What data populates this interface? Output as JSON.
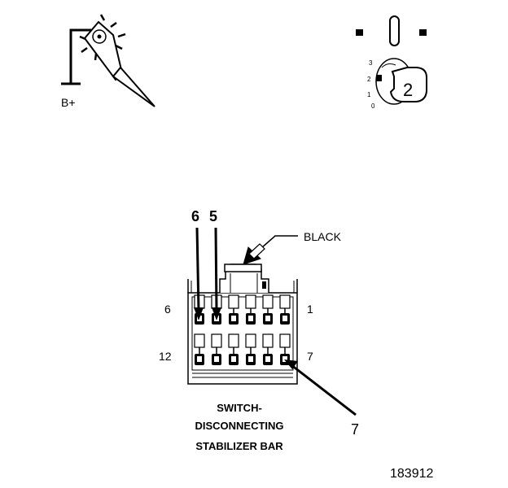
{
  "probe": {
    "label": "B+"
  },
  "ignition": {
    "positions": [
      "3",
      "2",
      "1",
      "0"
    ],
    "selected": "2"
  },
  "connector": {
    "color_label": "BLACK",
    "pin_callouts": [
      "6",
      "5",
      "7"
    ],
    "row_labels": {
      "top_left": "6",
      "top_right": "1",
      "bottom_left": "12",
      "bottom_right": "7"
    }
  },
  "caption": {
    "line1": "SWITCH-",
    "line2": "DISCONNECTING",
    "line3": "STABILIZER BAR"
  },
  "figure_id": "183912"
}
